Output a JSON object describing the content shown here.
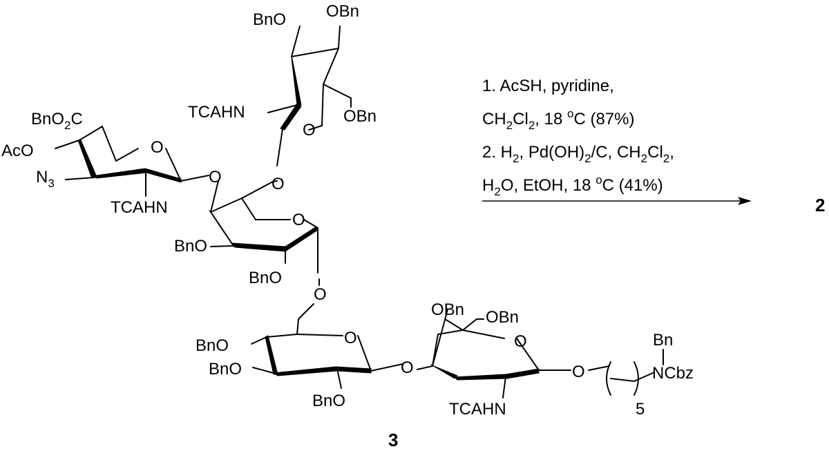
{
  "compound": {
    "start_number": "3",
    "product_number": "2"
  },
  "labels": {
    "bnO_top_left": "BnO",
    "oBn_top_right": "OBn",
    "tcahn_top": "TCAHN",
    "oBn_6_top": "OBn",
    "o_ring_top": "O",
    "bnO2C": "BnO",
    "bnO2C_sub": "2",
    "bnO2C_tail": "C",
    "acO": "AcO",
    "n3": "N",
    "n3_sub": "3",
    "o_ring_gluA": "O",
    "tcahn_gluA": "TCAHN",
    "o_link_gluA_gal": "O",
    "o_link_top_gal": "O",
    "o_ring_gal": "O",
    "bnO_gal_3": "BnO",
    "bnO_gal_2": "BnO",
    "o_link_gal_glc": "O",
    "bnO_glc_4": "BnO",
    "bnO_glc_3": "BnO",
    "o_ring_glc": "O",
    "bnO_glc_2": "BnO",
    "o_link_glc_galn": "O",
    "oBn_galn_4": "OBn",
    "oBn_galn_6": "OBn",
    "o_ring_galn": "O",
    "tcahn_galn": "TCAHN",
    "o_link_linker": "O",
    "linker_repeat": "5",
    "bn_n": "Bn",
    "ncbz": "NCbz"
  },
  "conditions": {
    "step1_line1": "1.  AcSH, pyridine,",
    "step1_line2_a": "CH",
    "step1_line2_sub1": "2",
    "step1_line2_b": "Cl",
    "step1_line2_sub2": "2",
    "step1_line2_c": ", 18 ",
    "step1_line2_sup": "o",
    "step1_line2_d": "C (87%)",
    "step2_line1_a": "2.  H",
    "step2_line1_sub1": "2",
    "step2_line1_b": ", Pd(OH)",
    "step2_line1_sub2": "2",
    "step2_line1_c": "/C, CH",
    "step2_line1_sub3": "2",
    "step2_line1_d": "Cl",
    "step2_line1_sub4": "2",
    "step2_line1_e": ",",
    "step2_line2_a": "H",
    "step2_line2_sub1": "2",
    "step2_line2_b": "O, EtOH, 18 ",
    "step2_line2_sup": "o",
    "step2_line2_c": "C (41%)"
  }
}
